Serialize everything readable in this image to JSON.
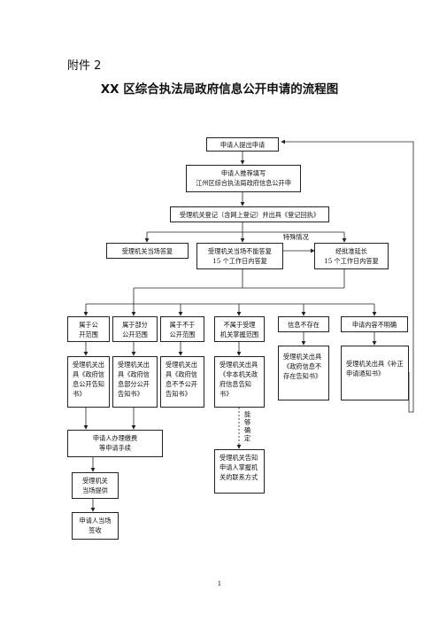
{
  "header": {
    "annex": "附件 2",
    "title": "XX 区综合执法局政府信息公开申请的流程图"
  },
  "flow": {
    "submit": "申请人提出申请",
    "fill_form": [
      "申请人推荐填写",
      "江州区综合执法局政府信息公开申"
    ],
    "register": "受理机关登记（含网上登记）并出具《登记回执》",
    "reply_now": "受理机关当场答复",
    "reply_15": [
      "受理机关当场不能答复",
      "15 个工作日内答复"
    ],
    "special": "特殊情况",
    "extend": [
      "经批准延长",
      "15 个工作日内答复"
    ],
    "scope_public": [
      "属于公",
      "开范围"
    ],
    "scope_partial": [
      "属于部分",
      "公开范围"
    ],
    "scope_not": [
      "属于不于",
      "公开范围"
    ],
    "scope_unowned": [
      "不属于受理",
      "机关掌握范围"
    ],
    "info_missing": "信息不存在",
    "content_unclear": "申请内容不明确",
    "notice_public": "受理机关出具《政府信息公开告知书》",
    "notice_partial": "受理机关出具《政府信息部分公开告知书》",
    "notice_not": "受理机关出具《政府信息不予公开告知书》",
    "notice_unowned": "受理机关出具《非本机关政府信息告知书》",
    "notice_missing": "受理机关出具《政府信息不存在告知书》",
    "notice_supplement": "受理机关出具《补正申请通知书》",
    "can_determine": "能够确定",
    "pay_fees": [
      "申请人办理缴费",
      "等申请手续"
    ],
    "tell_contact": "受理机关告知申请人掌握机关的联系方式",
    "provide_onsite": [
      "受理机关",
      "当场提供"
    ],
    "sign_receive": [
      "申请人当场",
      "签收"
    ]
  },
  "footer": {
    "page_number": "1"
  }
}
